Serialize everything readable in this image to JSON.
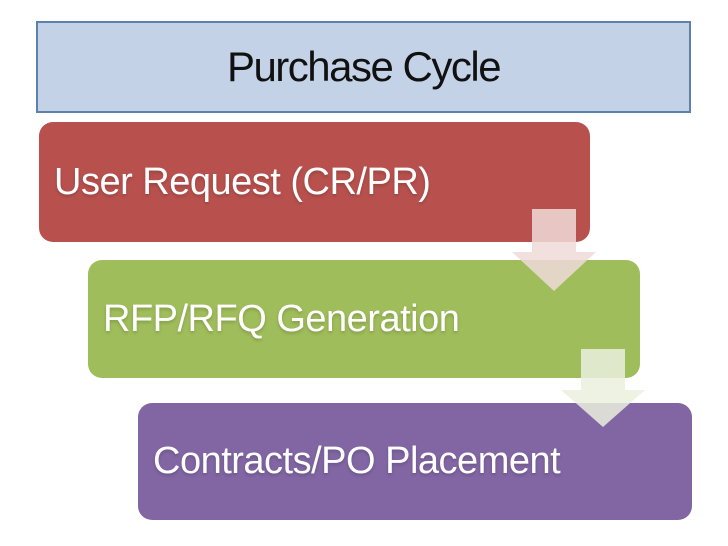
{
  "slide": {
    "background": "#ffffff",
    "title": "Purchase Cycle",
    "title_box": {
      "fill": "#c3d2e7",
      "border": "#5b82ae",
      "text_color": "#111111"
    },
    "steps": [
      {
        "label": "User Request (CR/PR)",
        "color": "#b8514e",
        "text_color": "#ffffff"
      },
      {
        "label": "RFP/RFQ Generation",
        "color": "#a0bd5b",
        "text_color": "#ffffff"
      },
      {
        "label": "Contracts/PO Placement",
        "color": "#8266a4",
        "text_color": "#ffffff"
      }
    ],
    "arrows": [
      {
        "color": "rgba(240,219,217,0.85)"
      },
      {
        "color": "rgba(234,240,222,0.85)"
      }
    ]
  }
}
